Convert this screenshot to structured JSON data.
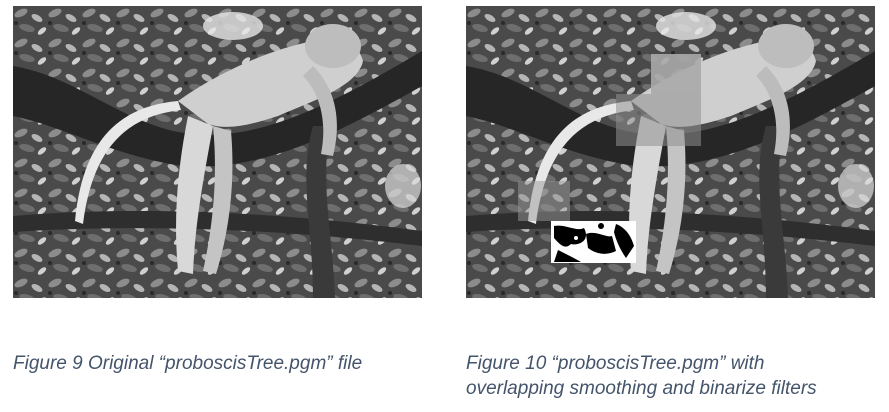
{
  "figures": [
    {
      "caption": "Figure 9 Original “proboscisTree.pgm” file"
    },
    {
      "caption_line1": "Figure 10 “proboscisTree.pgm” with",
      "caption_line2": "overlapping smoothing and binarize filters"
    }
  ]
}
